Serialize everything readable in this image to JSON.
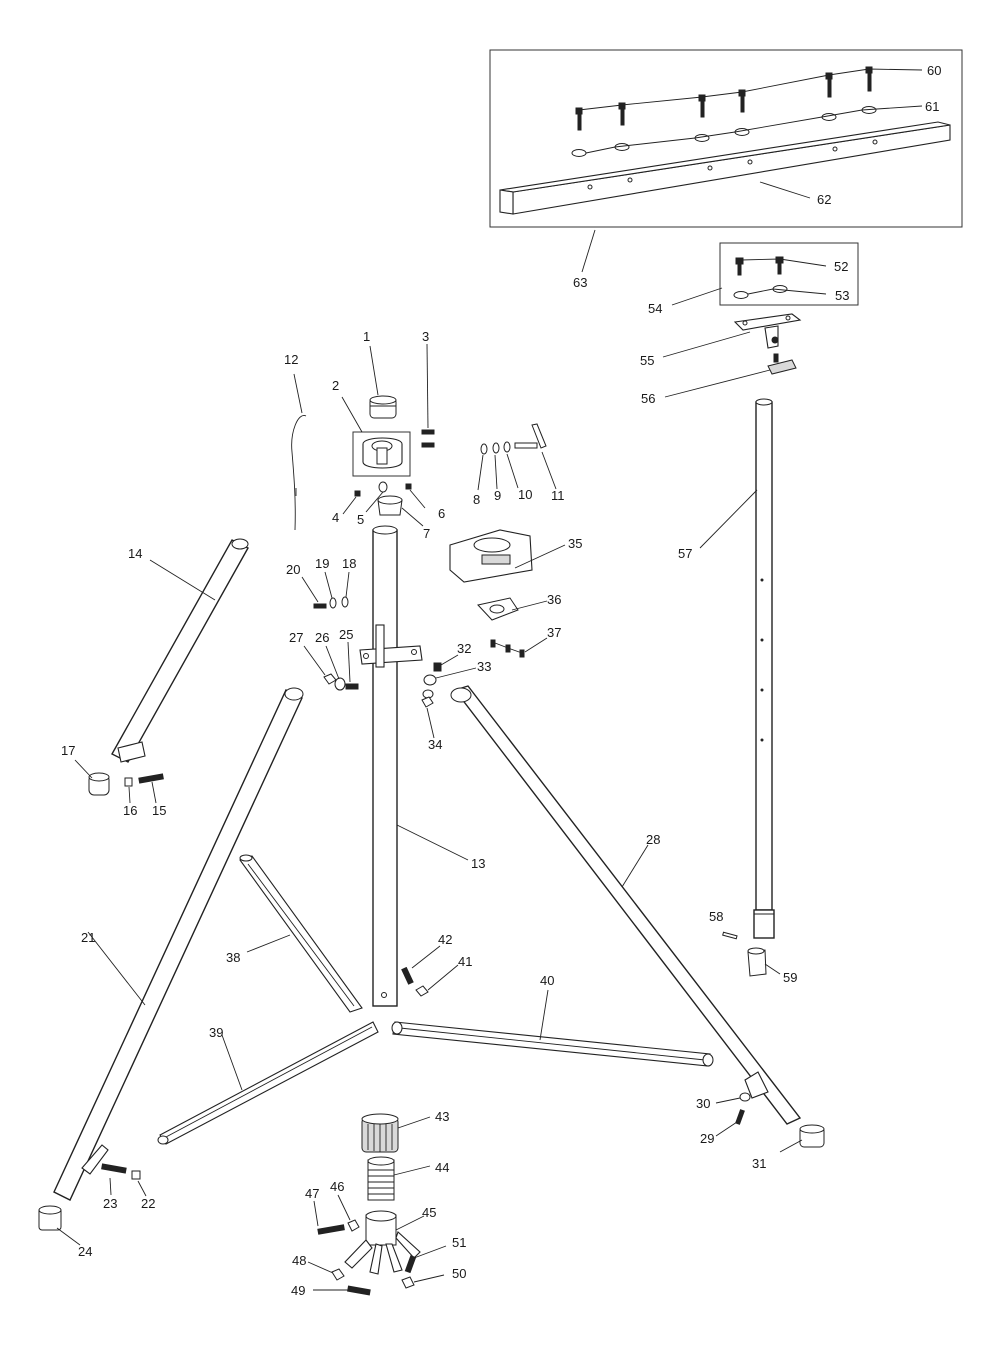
{
  "diagram": {
    "labels": {
      "p1": "1",
      "p2": "2",
      "p3": "3",
      "p4": "4",
      "p5": "5",
      "p6": "6",
      "p7": "7",
      "p8": "8",
      "p9": "9",
      "p10": "10",
      "p11": "11",
      "p12": "12",
      "p13": "13",
      "p14": "14",
      "p15": "15",
      "p16": "16",
      "p17": "17",
      "p18": "18",
      "p19": "19",
      "p20": "20",
      "p21": "21",
      "p22": "22",
      "p23": "23",
      "p24": "24",
      "p25": "25",
      "p26": "26",
      "p27": "27",
      "p28": "28",
      "p29": "29",
      "p30": "30",
      "p31": "31",
      "p32": "32",
      "p33": "33",
      "p34": "34",
      "p35": "35",
      "p36": "36",
      "p37": "37",
      "p38": "38",
      "p39": "39",
      "p40": "40",
      "p41": "41",
      "p42": "42",
      "p43": "43",
      "p44": "44",
      "p45": "45",
      "p46": "46",
      "p47": "47",
      "p48": "48",
      "p49": "49",
      "p50": "50",
      "p51": "51",
      "p52": "52",
      "p53": "53",
      "p54": "54",
      "p55": "55",
      "p56": "56",
      "p57": "57",
      "p58": "58",
      "p59": "59",
      "p60": "60",
      "p61": "61",
      "p62": "62",
      "p63": "63"
    },
    "colors": {
      "line": "#222222",
      "fill": "#ffffff",
      "shade": "#d9d9d9"
    }
  }
}
